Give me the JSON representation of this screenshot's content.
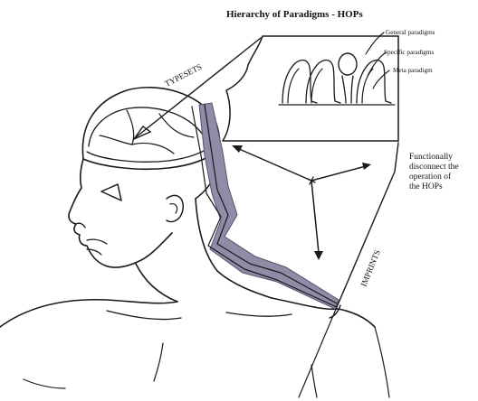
{
  "title": "Hierarchy of Paradigms - HOPs",
  "labels": {
    "general": "General paradigms",
    "specific": "Specific paradigms",
    "meta": "Meta paradigm",
    "typesets": "TYPESETS",
    "imprints": "IMPRINTS",
    "note_line1": "Functionally",
    "note_line2": "disconnect the",
    "note_line3": "operation of",
    "note_line4": "the HOPs"
  },
  "colors": {
    "ink": "#1a1a1a",
    "bolt_fill": "#8f8ca8",
    "bolt_dark": "#55526e"
  }
}
